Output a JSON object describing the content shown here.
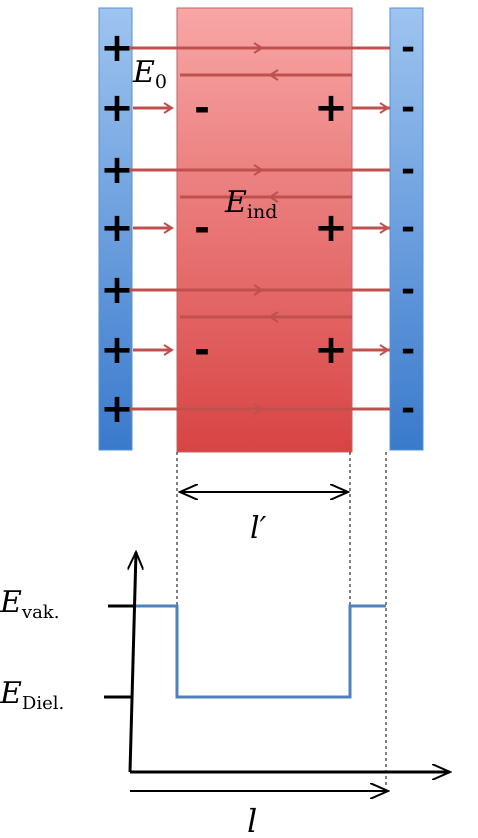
{
  "labels": {
    "e0": "E",
    "e0_sub": "0",
    "e_ind": "E",
    "e_ind_sub": "ind",
    "l_prime": "l′",
    "e_vak": "E",
    "e_vak_sub": "vak.",
    "e_diel": "E",
    "e_diel_sub": "Diel.",
    "l": "l"
  },
  "charges": {
    "left_plate": [
      "+",
      "+",
      "+",
      "+",
      "+",
      "+",
      "+"
    ],
    "right_plate": [
      "-",
      "-",
      "-",
      "-",
      "-",
      "-",
      "-"
    ],
    "dielectric_left": [
      "-",
      "-",
      "-"
    ],
    "dielectric_right": [
      "+",
      "+",
      "+"
    ]
  },
  "colors": {
    "plate_blue": "#4a8ad8",
    "dielectric_red": "#e86a6a",
    "field_arrow": "#c0504d",
    "curve_blue": "#4f81bd",
    "axis": "#000000"
  }
}
